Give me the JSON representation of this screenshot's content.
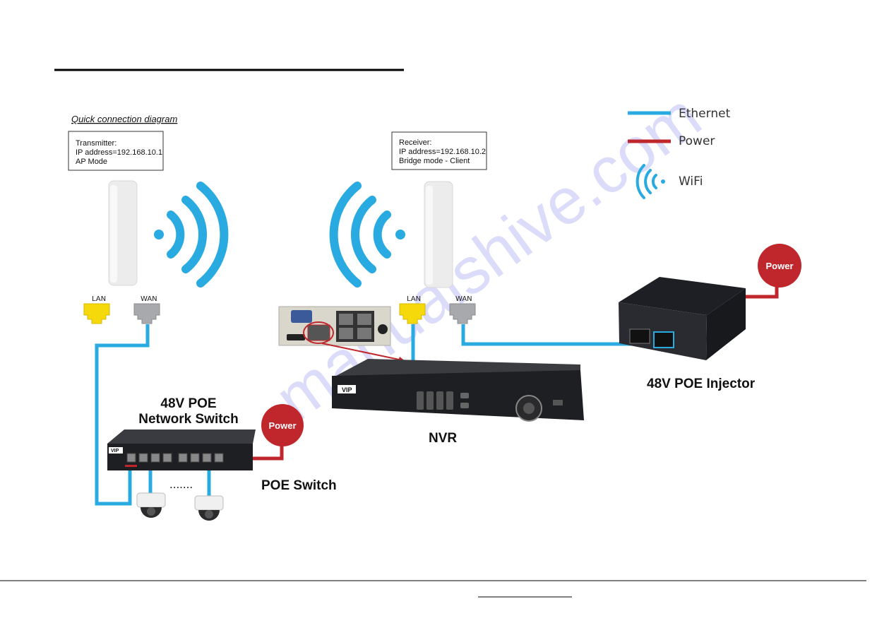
{
  "caption": "Quick connection diagram",
  "transmitter": {
    "line1": "Transmitter:",
    "line2": "IP address=192.168.10.1",
    "line3": "AP Mode"
  },
  "receiver": {
    "line1": "Receiver:",
    "line2": "IP address=192.168.10.2",
    "line3": "Bridge mode - Client"
  },
  "legend": {
    "ethernet": "Ethernet",
    "power": "Power",
    "wifi": "WiFi"
  },
  "ports": {
    "tx_lan": "LAN",
    "tx_wan": "WAN",
    "rx_lan": "LAN",
    "rx_wan": "WAN"
  },
  "devices": {
    "switch_title_line1": "48V POE",
    "switch_title_line2": "Network Switch",
    "switch_label": "POE Switch",
    "nvr_label": "NVR",
    "injector_label": "48V POE Injector",
    "power_badge": "Power",
    "ellipsis": ".......",
    "nvr_brand": "VIP",
    "switch_brand": "VIP"
  },
  "watermark": "manualshive.com",
  "colors": {
    "ethernet": "#29abe2",
    "power": "#c0272d",
    "wifi": "#29abe2",
    "lan_port": "#f5d90a",
    "wan_port": "#a7a9ac"
  }
}
